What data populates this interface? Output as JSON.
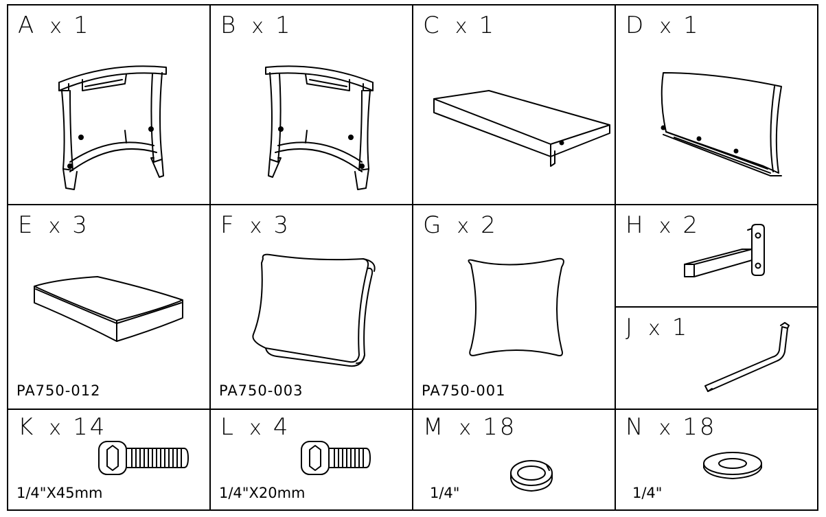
{
  "parts": {
    "A": {
      "letter": "A",
      "x": "x",
      "qty": "1"
    },
    "B": {
      "letter": "B",
      "x": "x",
      "qty": "1"
    },
    "C": {
      "letter": "C",
      "x": "x",
      "qty": "1"
    },
    "D": {
      "letter": "D",
      "x": "x",
      "qty": "1"
    },
    "E": {
      "letter": "E",
      "x": "x",
      "qty": "3",
      "code": "PA750-012"
    },
    "F": {
      "letter": "F",
      "x": "x",
      "qty": "3",
      "code": "PA750-003"
    },
    "G": {
      "letter": "G",
      "x": "x",
      "qty": "2",
      "code": "PA750-001"
    },
    "H": {
      "letter": "H",
      "x": "x",
      "qty": "2"
    },
    "J": {
      "letter": "J",
      "x": "x",
      "qty": "1"
    },
    "K": {
      "letter": "K",
      "x": "x",
      "qty": "14",
      "size": "1/4\"X45mm"
    },
    "L": {
      "letter": "L",
      "x": "x",
      "qty": "4",
      "size": "1/4\"X20mm"
    },
    "M": {
      "letter": "M",
      "x": "x",
      "qty": "18",
      "size": "1/4\""
    },
    "N": {
      "letter": "N",
      "x": "x",
      "qty": "18",
      "size": "1/4\""
    }
  },
  "icons": {
    "A": "chair-side-frame-icon",
    "B": "chair-side-frame-icon",
    "C": "seat-panel-icon",
    "D": "backrest-icon",
    "E": "seat-cushion-icon",
    "F": "back-cushion-icon",
    "G": "throw-pillow-icon",
    "H": "bracket-icon",
    "J": "allen-key-icon",
    "K": "hex-bolt-icon",
    "L": "hex-bolt-icon",
    "M": "spring-washer-icon",
    "N": "flat-washer-icon"
  },
  "colors": {
    "line": "#000000",
    "background": "#ffffff"
  }
}
